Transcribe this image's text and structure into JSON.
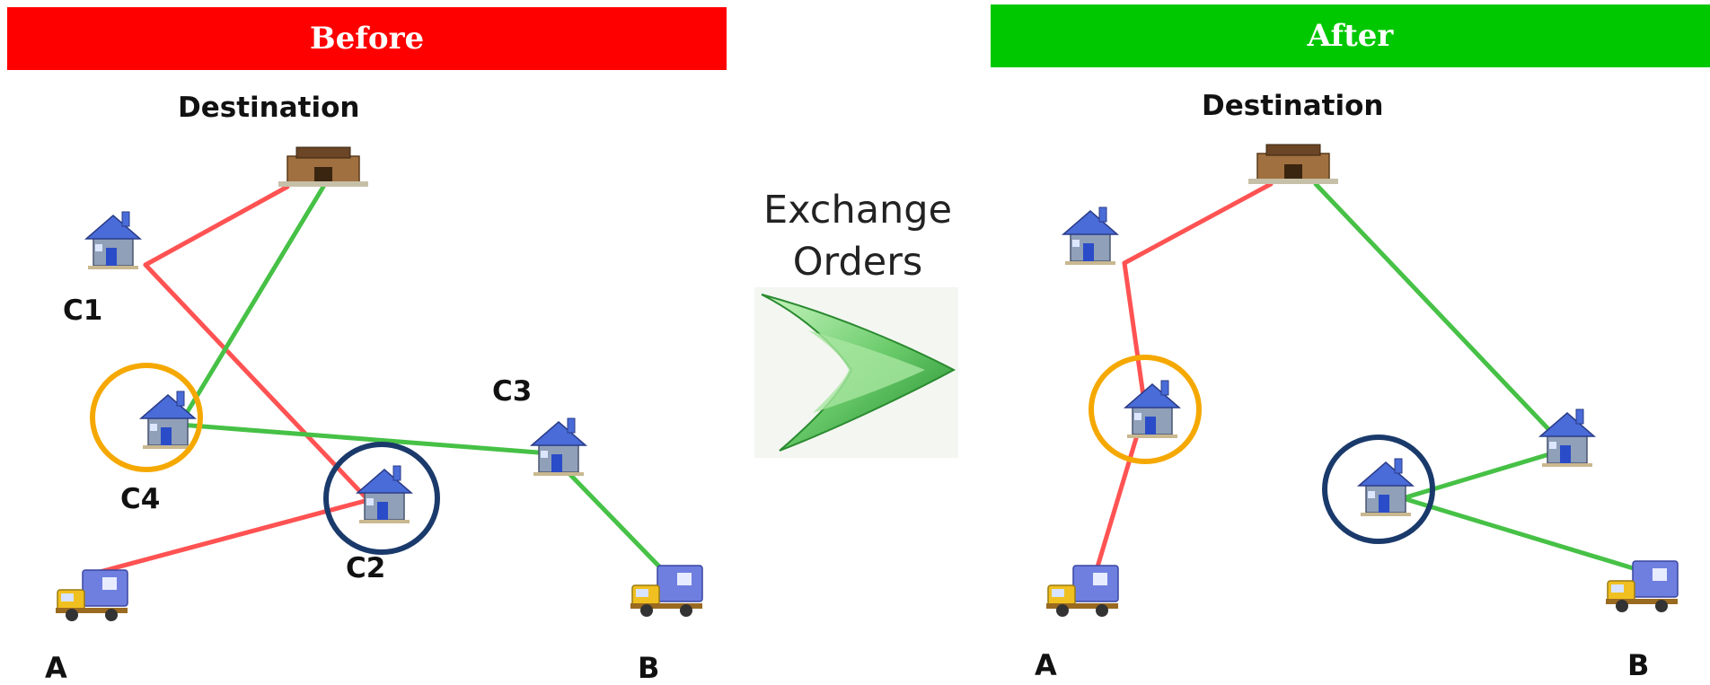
{
  "before_panel": {
    "banner": "Before",
    "destination": "Destination",
    "labels": {
      "c1": "C1",
      "c2": "C2",
      "c3": "C3",
      "c4": "C4",
      "a": "A",
      "b": "B"
    }
  },
  "after_panel": {
    "banner": "After",
    "destination": "Destination",
    "labels": {
      "a": "A",
      "b": "B"
    }
  },
  "transition": {
    "line1": "Exchange",
    "line2": "Orders",
    "icon": "right-arrow-icon"
  },
  "colors": {
    "before_banner": "#ff0000",
    "after_banner": "#00c800",
    "route_red": "#ff4040",
    "route_green": "#33bb33",
    "highlight_orange": "#f5a800",
    "highlight_navy": "#1a3a6b"
  }
}
